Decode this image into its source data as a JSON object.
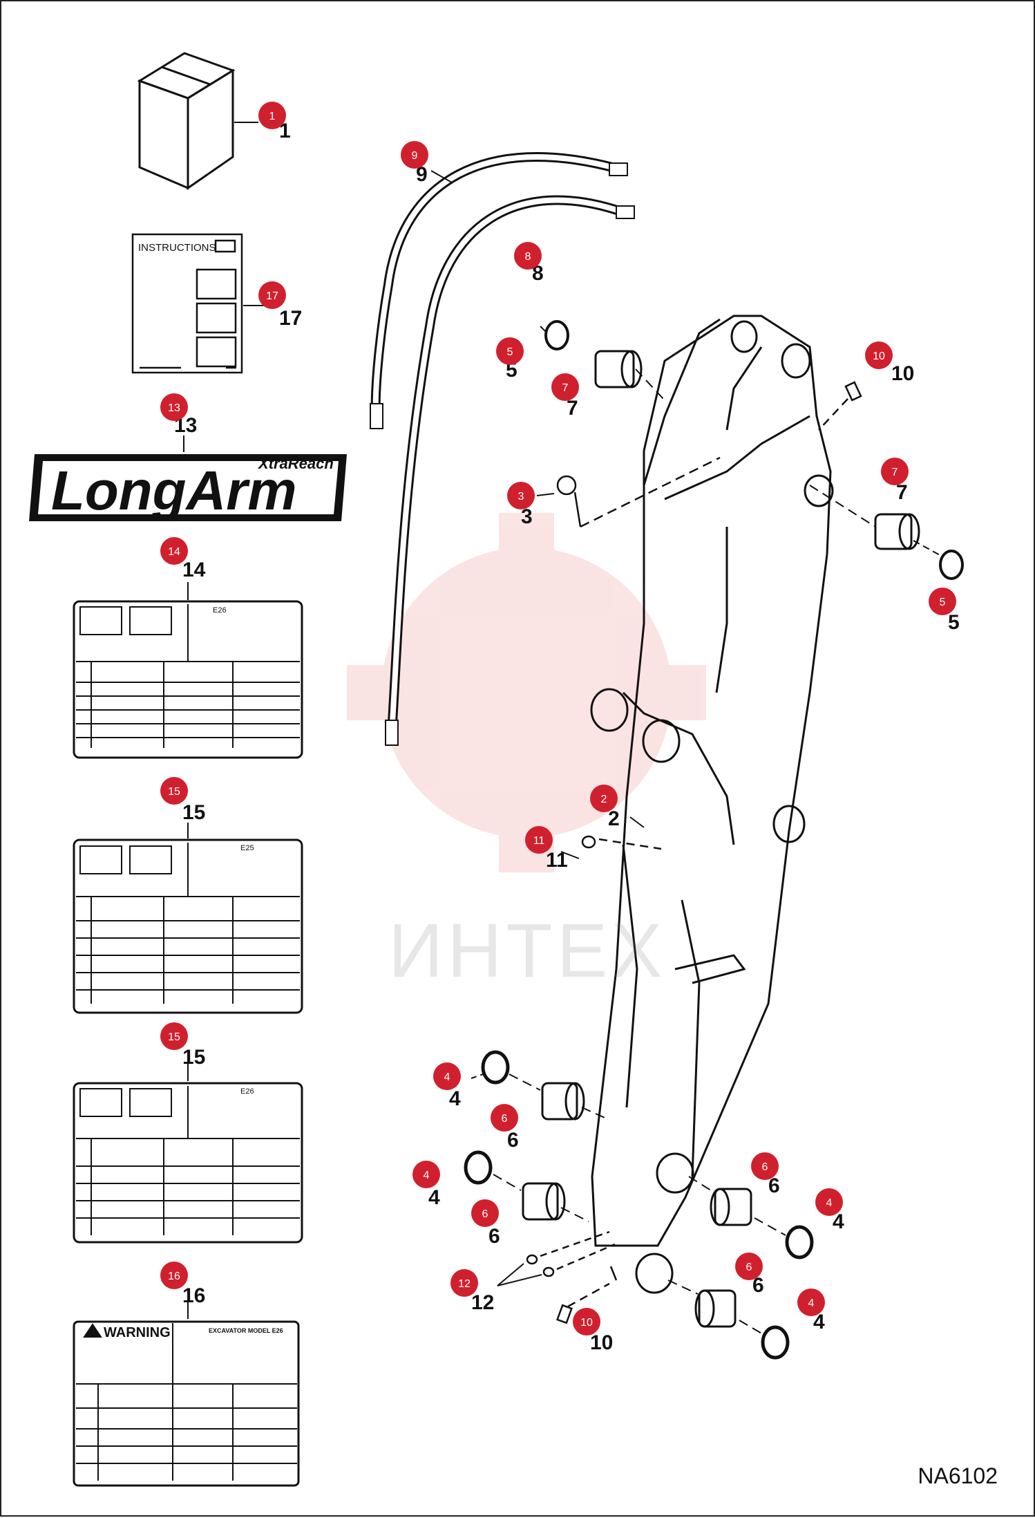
{
  "figure_id": "NA6102",
  "watermark": "ИНТЕХ",
  "instructions_label": "INSTRUCTIONS",
  "decal_brand": {
    "main": "LongArm",
    "sub": "XtraReach"
  },
  "decal_models": {
    "d14": "E26",
    "d15a": "E25",
    "d15b": "E26",
    "d16": "EXCAVATOR MODEL E26"
  },
  "warning_label": "WARNING",
  "badge_color": "#d0202e",
  "callouts": [
    {
      "id": "c1",
      "num": "1"
    },
    {
      "id": "c17",
      "num": "17"
    },
    {
      "id": "c13",
      "num": "13"
    },
    {
      "id": "c14",
      "num": "14"
    },
    {
      "id": "c15a",
      "num": "15"
    },
    {
      "id": "c15b",
      "num": "15"
    },
    {
      "id": "c16",
      "num": "16"
    },
    {
      "id": "c9",
      "num": "9"
    },
    {
      "id": "c8",
      "num": "8"
    },
    {
      "id": "c5a",
      "num": "5"
    },
    {
      "id": "c7a",
      "num": "7"
    },
    {
      "id": "c3",
      "num": "3"
    },
    {
      "id": "c10a",
      "num": "10"
    },
    {
      "id": "c7b",
      "num": "7"
    },
    {
      "id": "c5b",
      "num": "5"
    },
    {
      "id": "c2",
      "num": "2"
    },
    {
      "id": "c11",
      "num": "11"
    },
    {
      "id": "c4a",
      "num": "4"
    },
    {
      "id": "c6a",
      "num": "6"
    },
    {
      "id": "c4b",
      "num": "4"
    },
    {
      "id": "c6b",
      "num": "6"
    },
    {
      "id": "c6c",
      "num": "6"
    },
    {
      "id": "c4c",
      "num": "4"
    },
    {
      "id": "c12",
      "num": "12"
    },
    {
      "id": "c6d",
      "num": "6"
    },
    {
      "id": "c10b",
      "num": "10"
    },
    {
      "id": "c4d",
      "num": "4"
    }
  ]
}
